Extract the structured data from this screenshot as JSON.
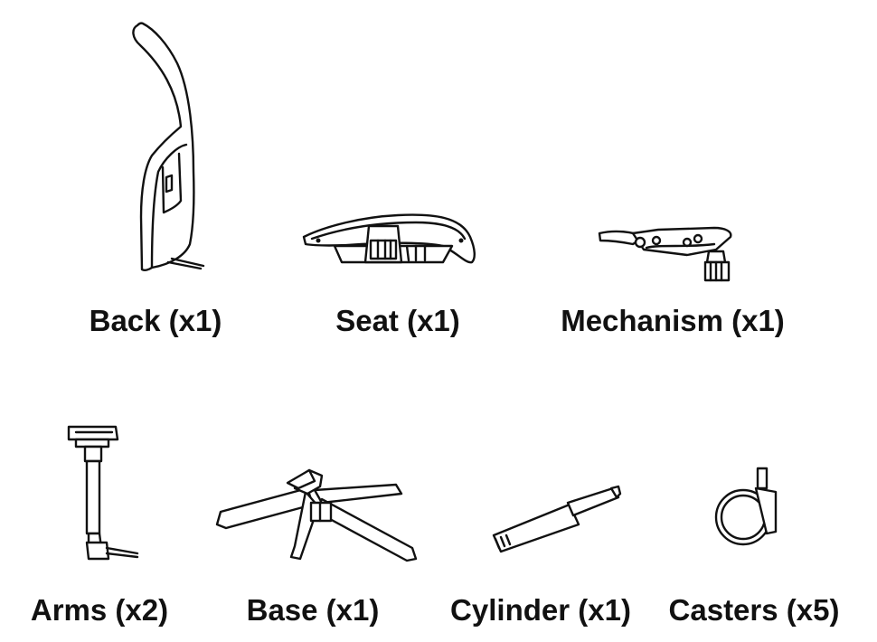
{
  "parts": {
    "back": {
      "label": "Back (x1)"
    },
    "seat": {
      "label": "Seat (x1)"
    },
    "mechanism": {
      "label": "Mechanism (x1)"
    },
    "arms": {
      "label": "Arms (x2)"
    },
    "base": {
      "label": "Base (x1)"
    },
    "cylinder": {
      "label": "Cylinder (x1)"
    },
    "casters": {
      "label": "Casters (x5)"
    }
  }
}
